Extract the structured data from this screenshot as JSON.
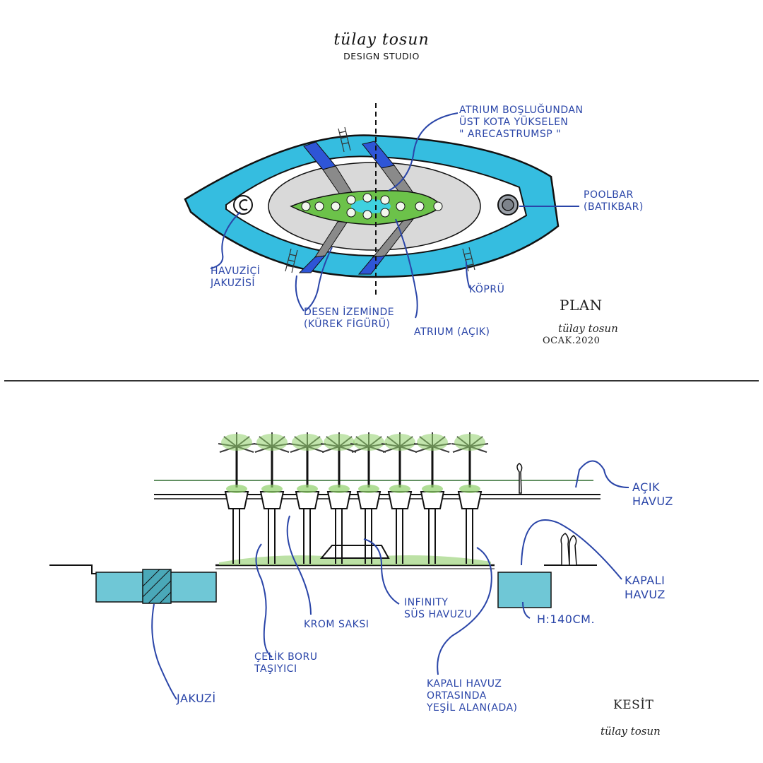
{
  "header": {
    "signature": "tülay tosun",
    "studio": "DESIGN STUDIO"
  },
  "plan": {
    "title": "PLAN",
    "date": "OCAK.2020",
    "signature": "tülay tosun",
    "labels": {
      "atrium_palm": "ATRIUM BOŞLUĞUNDAN\nÜST KOTA YÜKSELEN\n\" ARECASTRUMSP \"",
      "poolbar": "POOLBAR\n(BATIKBAR)",
      "jacuzzi": "HAVUZİÇİ\nJAKUZİSİ",
      "pattern": "DESEN İZEMİNDE\n(KÜREK FİGÜRÜ)",
      "atrium_open": "ATRIUM (AÇIK)",
      "bridge": "KÖPRÜ"
    }
  },
  "section": {
    "title": "KESİT",
    "signature": "tülay tosun",
    "labels": {
      "open_pool": "AÇIK\nHAVUZ",
      "closed_pool": "KAPALI\nHAVUZ",
      "depth": "h:140cm.",
      "chrome_pot": "KROM SAKSI",
      "infinity": "INFINITY\nSÜS HAVUZU",
      "steel_pipe": "ÇELİK BORU\nTAŞIYICI",
      "jacuzzi": "JAKUZİ",
      "island": "KAPALI HAVUZ\nORTASINDA\nYEŞİL ALAN(ADA)"
    }
  },
  "colors": {
    "pool_blue": "#35bde0",
    "deck_grey": "#d9d9d9",
    "bridge_blue": "#2e55d6",
    "bridge_grey": "#8a8a8a",
    "planter_green": "#6cc24a",
    "water_section": "#6fc7d6",
    "annotation_ink": "#2a45a8"
  }
}
